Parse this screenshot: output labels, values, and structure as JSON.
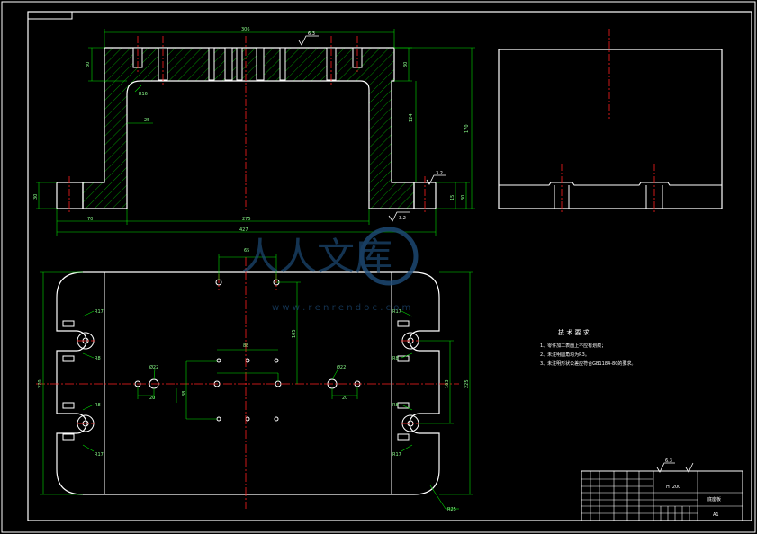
{
  "colors": {
    "background": "#000000",
    "outline": "#ffffff",
    "dimension": "#00ff00",
    "centerline": "#ff2020",
    "hatch": "#00dd00",
    "watermark": "#1e4d7a"
  },
  "top_view": {
    "dims": {
      "overall_width": "306",
      "top_height": "30",
      "right_step": "30",
      "inner_height": "124",
      "total_height": "170",
      "fillet": "R16",
      "wall": "25",
      "base_height": "30",
      "left_flange": "70",
      "inner_width": "275",
      "overall_length": "427",
      "right_small_1": "15",
      "right_small_2": "30"
    },
    "roughness_top": "6.3",
    "roughness_right": "3.2",
    "roughness_bottom": "3.2"
  },
  "plan_view": {
    "dims": {
      "top_offset": "65",
      "center_width": "88",
      "right_height": "105",
      "overall_height": "270",
      "mid_height": "163",
      "right_total": "225",
      "left_hole_gap": "20",
      "left_small": "38",
      "right_hole_gap": "20",
      "slot_r17_tl": "R17",
      "slot_r8_tl": "R8",
      "slot_r8_bl": "R8",
      "slot_r17_bl": "R17",
      "slot_r17_tr": "R17",
      "slot_r8_tr": "R8",
      "slot_r8_br": "R8",
      "slot_r17_br": "R17",
      "corner_radius": "R25",
      "hole_left": "Ø22",
      "hole_right": "Ø22"
    }
  },
  "technical_requirements": {
    "title": "技 术 要 求",
    "items": [
      "1、零件加工表面上不应有划痕；",
      "2、未注明圆角均为R3。",
      "3、未注明形状公差应符合GB1184-80的要求。"
    ]
  },
  "title_block": {
    "roughness_note": "6.3",
    "material": "HT200",
    "part_name": "底座板",
    "sheet_size": "A1"
  },
  "watermark": {
    "text": "人人文库",
    "url": "w w w . r e n r e n d o c . c o m"
  }
}
